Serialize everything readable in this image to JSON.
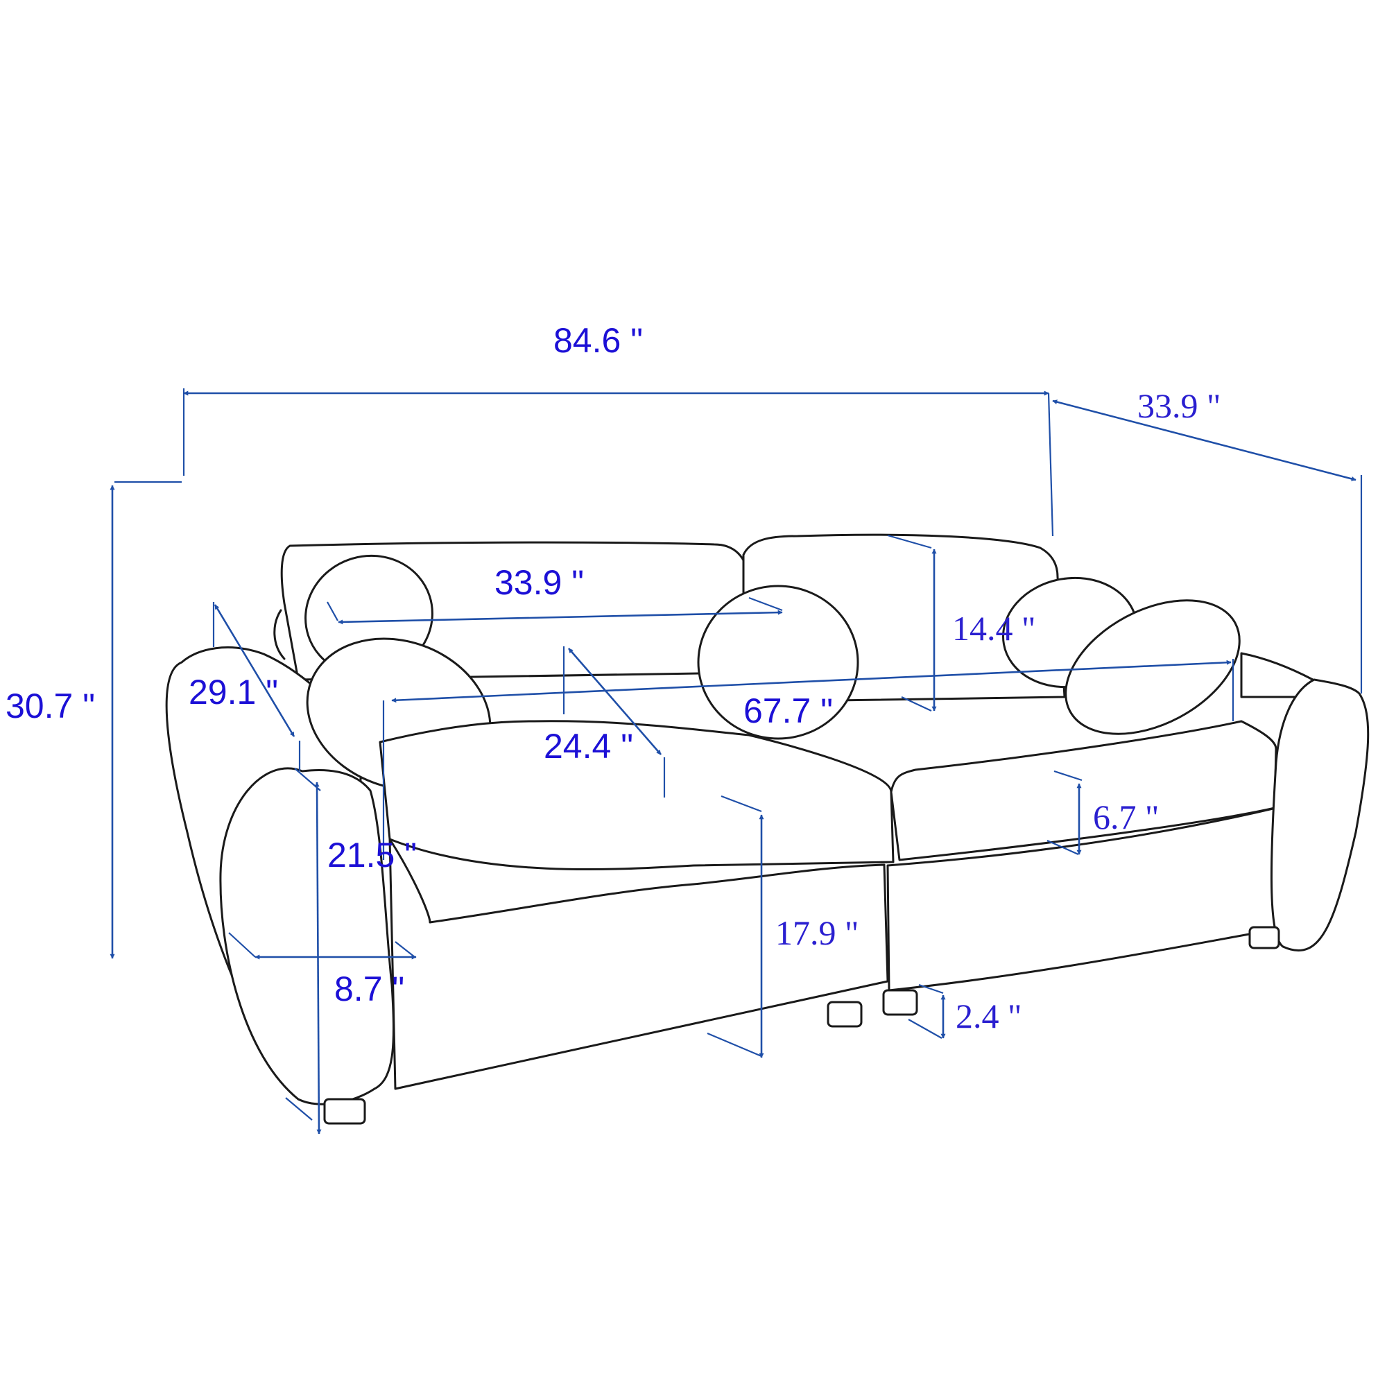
{
  "diagram": {
    "subject": "sofa",
    "colors": {
      "outline": "#1a1a1a",
      "dimension_line": "#1f4fa8",
      "label_text": "#1c10d6"
    },
    "dimensions": {
      "overall_width": "84.6 \"",
      "overall_depth": "33.9 \"",
      "overall_height": "30.7 \"",
      "arm_length": "29.1 \"",
      "back_cushion_width": "33.9 \"",
      "back_cushion_height": "14.4 \"",
      "seat_width": "67.7 \"",
      "seat_depth": "24.4 \"",
      "arm_height": "21.5 \"",
      "seat_height": "17.9 \"",
      "cushion_thickness": "6.7 \"",
      "arm_width": "8.7 \"",
      "leg_height": "2.4 \""
    }
  }
}
